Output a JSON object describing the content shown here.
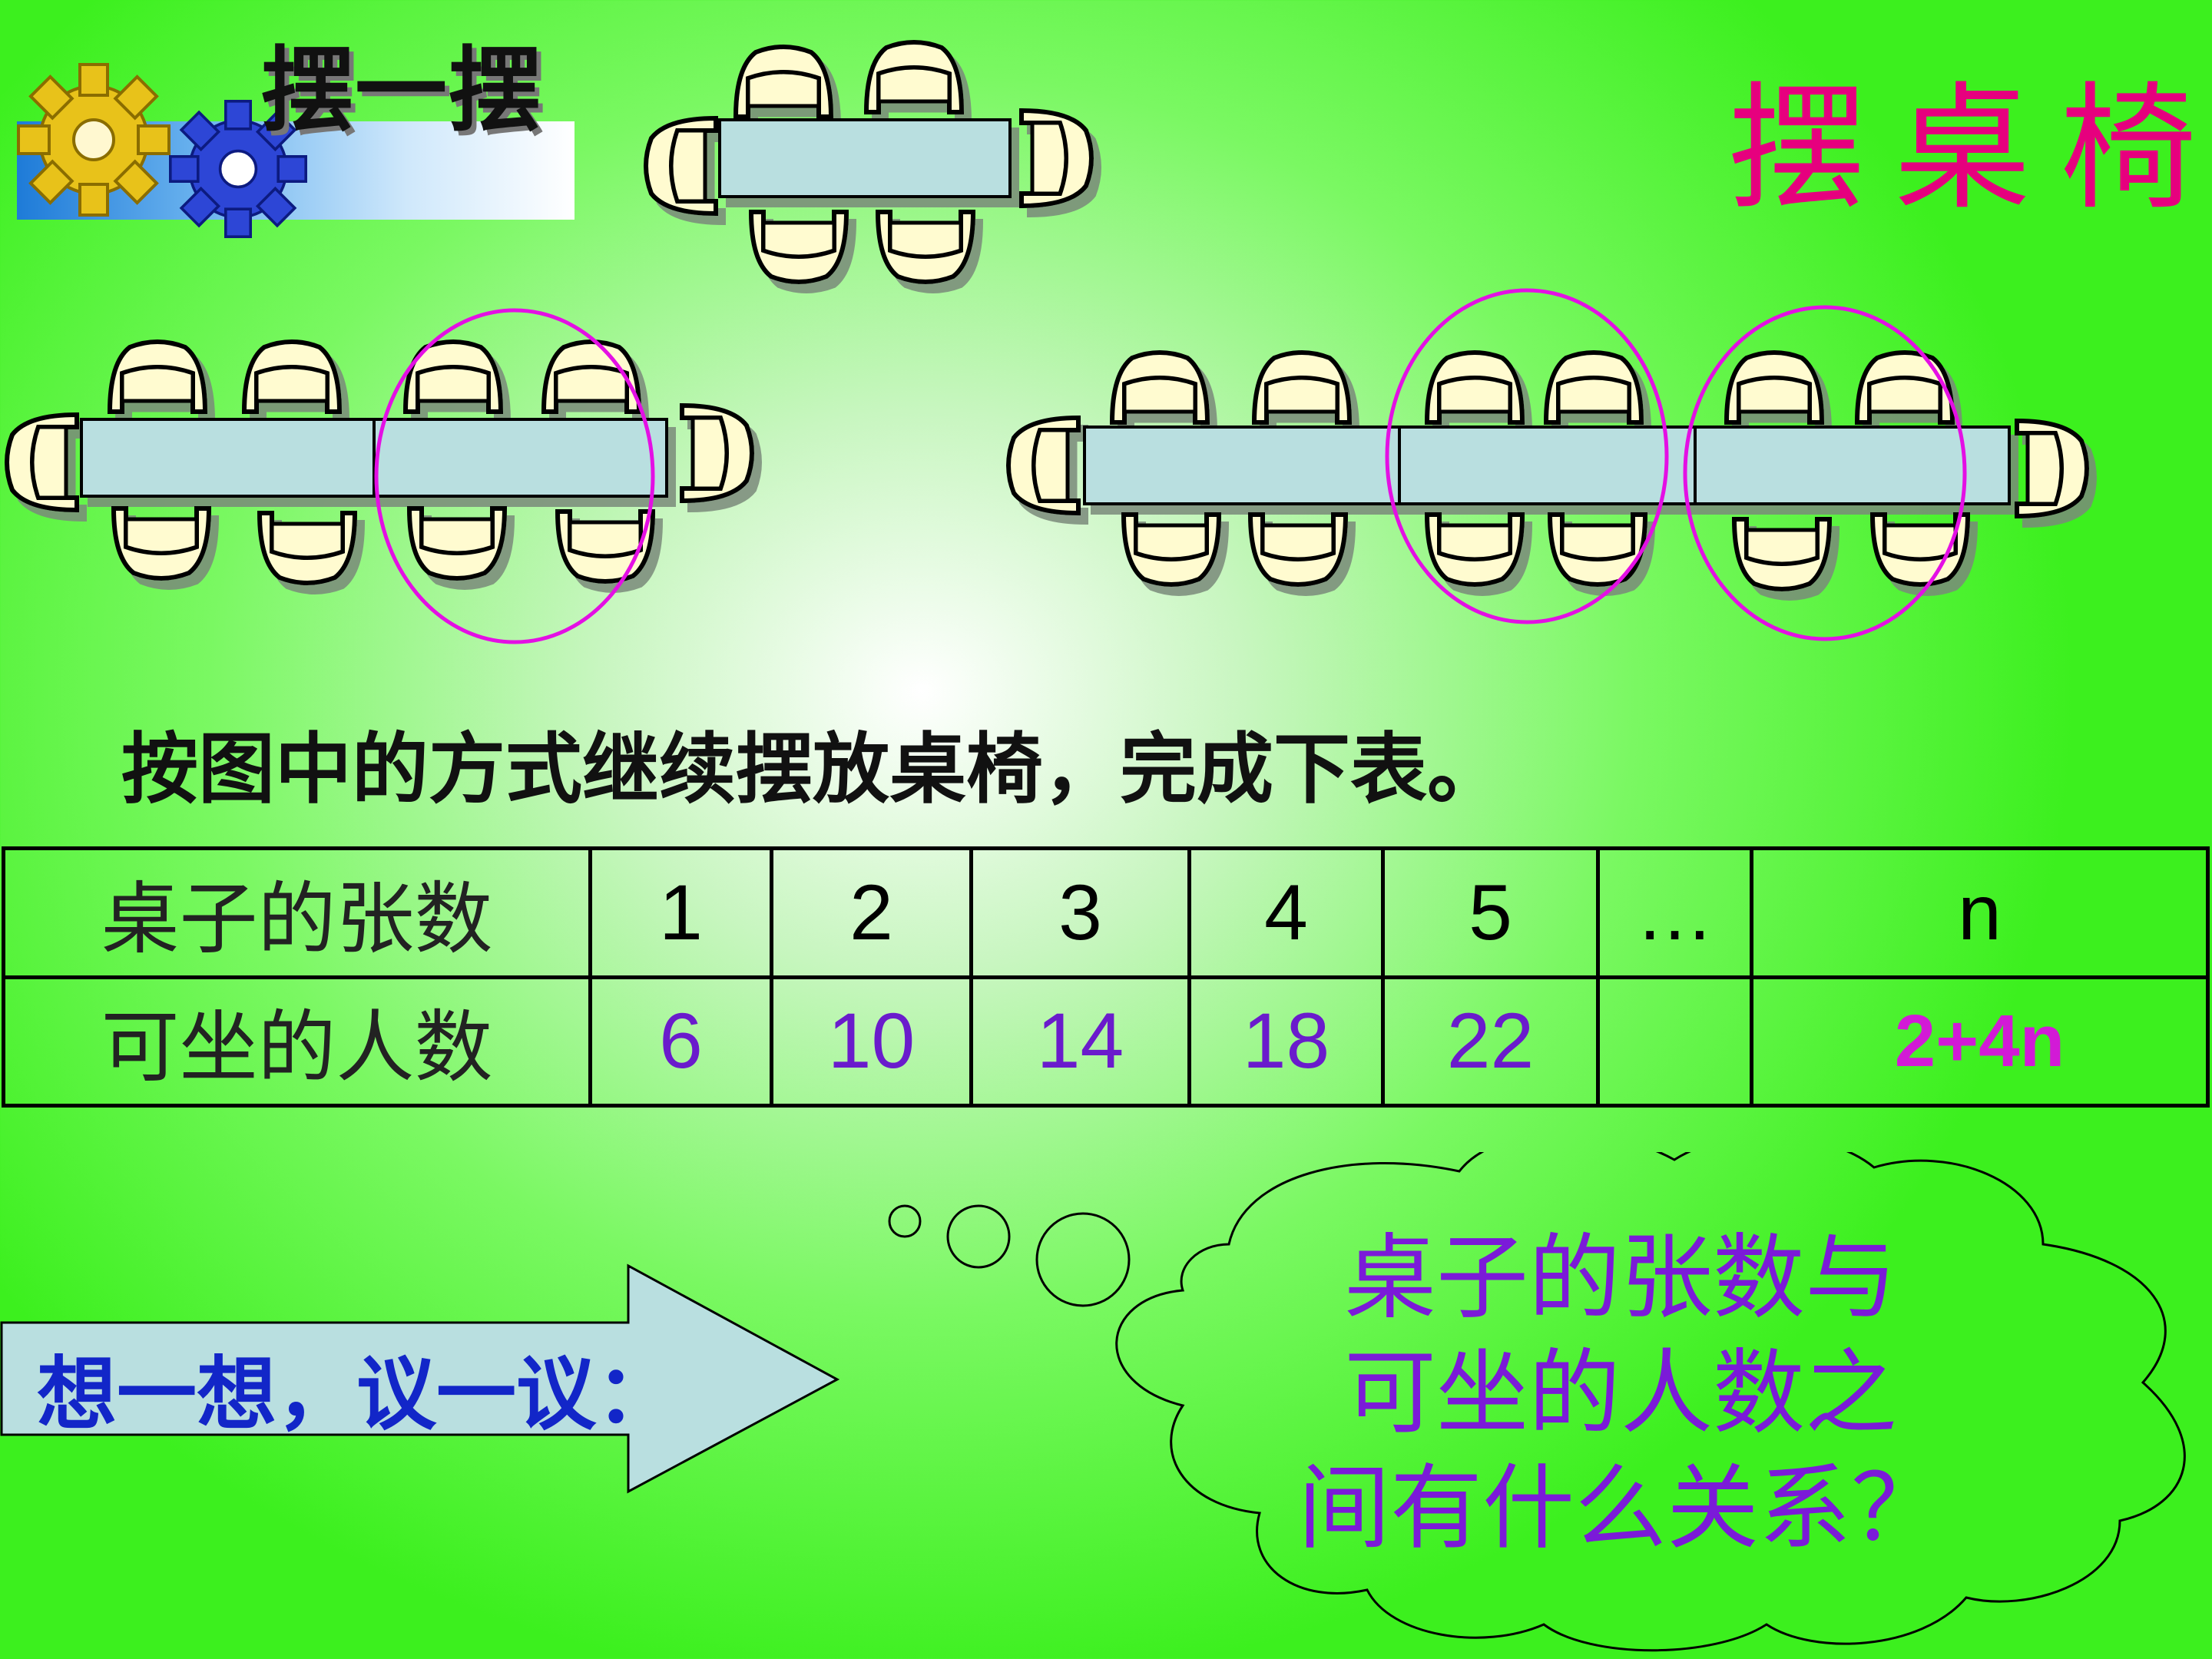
{
  "header": {
    "section_label": "摆一摆",
    "title": "摆桌椅"
  },
  "instruction": "按图中的方式继续摆放桌椅，完成下表。",
  "table": {
    "row1_label": "桌子的张数",
    "row2_label": "可坐的人数",
    "row1_values": [
      "1",
      "2",
      "3",
      "4",
      "5",
      "…",
      "n"
    ],
    "row2_values": [
      "6",
      "10",
      "14",
      "18",
      "22",
      "",
      "2+4n"
    ]
  },
  "prompt": "想一想，议一议：",
  "question": {
    "line1": "桌子的张数与",
    "line2": "可坐的人数之",
    "line3": "间有什么关系？"
  },
  "colors": {
    "title": "#e6007e",
    "values": "#6a1bcc",
    "formula": "#d21ad6",
    "prompt": "#1226c8",
    "question": "#7b1ad8",
    "table_fill": "#b9dfe0",
    "chair_fill": "#fffbd0",
    "highlight_ring": "#e40fe4"
  },
  "icons": [
    "gear-yellow-icon",
    "gear-blue-icon",
    "chair-icon",
    "table-icon",
    "arrow-right-icon",
    "thought-cloud-icon"
  ]
}
